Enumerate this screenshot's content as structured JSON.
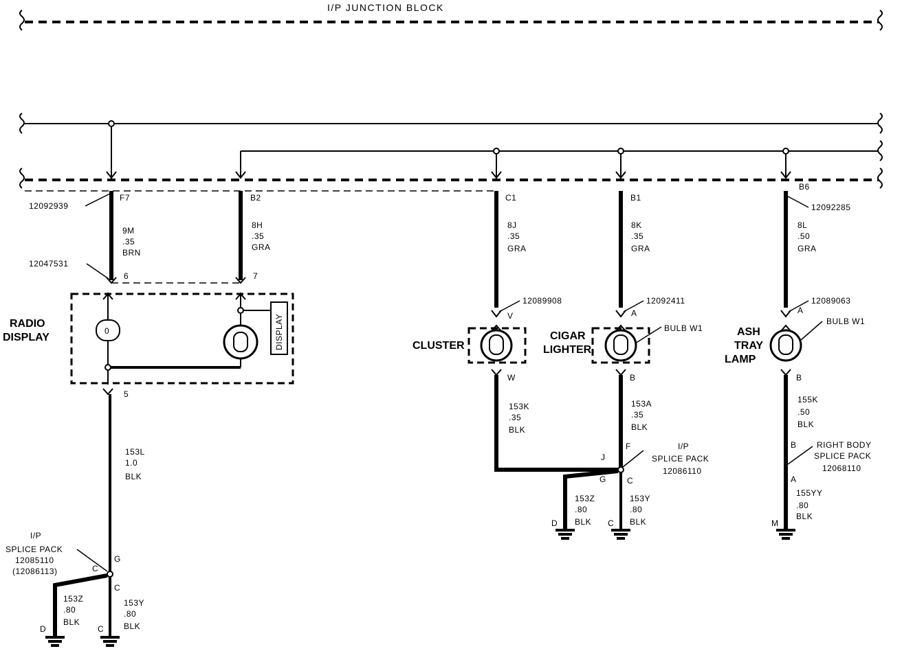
{
  "title": "I/P JUNCTION BLOCK",
  "components": {
    "radio_display": {
      "name_line1": "RADIO",
      "name_line2": "DISPLAY",
      "display_tag": "DISPLAY",
      "ground_pin": "5",
      "lamp_symbol": "0"
    },
    "cluster": {
      "name": "CLUSTER",
      "pin_in": "V",
      "pin_out": "W",
      "connector": "12089908"
    },
    "cigar_lighter": {
      "name_line1": "CIGAR",
      "name_line2": "LIGHTER",
      "pin_in": "A",
      "pin_out": "B",
      "connector": "12092411",
      "bulb": "BULB W1"
    },
    "ash_tray_lamp": {
      "name_line1": "ASH",
      "name_line2": "TRAY",
      "name_line3": "LAMP",
      "pin_in": "A",
      "pin_out": "B",
      "connector": "12089063",
      "bulb": "BULB W1"
    }
  },
  "junction_pins": {
    "f7": "F7",
    "b2": "B2",
    "c1": "C1",
    "b1": "B1",
    "b6": "B6",
    "f7_connector": "12092939",
    "b6_connector": "12092285",
    "radio_connector": "12047531",
    "radio_pin_6": "6",
    "radio_pin_7": "7"
  },
  "wires": {
    "w9m": {
      "id": "9M",
      "gauge": ".35",
      "color": "BRN"
    },
    "w8h": {
      "id": "8H",
      "gauge": ".35",
      "color": "GRA"
    },
    "w8j": {
      "id": "8J",
      "gauge": ".35",
      "color": "GRA"
    },
    "w8k": {
      "id": "8K",
      "gauge": ".35",
      "color": "GRA"
    },
    "w8l": {
      "id": "8L",
      "gauge": ".50",
      "color": "GRA"
    },
    "w153l": {
      "id": "153L",
      "gauge": "1.0",
      "color": "BLK"
    },
    "w153k": {
      "id": "153K",
      "gauge": ".35",
      "color": "BLK"
    },
    "w153a": {
      "id": "153A",
      "gauge": ".35",
      "color": "BLK"
    },
    "w155k": {
      "id": "155K",
      "gauge": ".50",
      "color": "BLK"
    },
    "w153z_left": {
      "id": "153Z",
      "gauge": ".80",
      "color": "BLK"
    },
    "w153y_left": {
      "id": "153Y",
      "gauge": ".80",
      "color": "BLK"
    },
    "w153z_mid": {
      "id": "153Z",
      "gauge": ".80",
      "color": "BLK"
    },
    "w153y_mid": {
      "id": "153Y",
      "gauge": ".80",
      "color": "BLK"
    },
    "w155yy": {
      "id": "155YY",
      "gauge": ".80",
      "color": "BLK"
    }
  },
  "splices": {
    "left": {
      "line1": "I/P",
      "line2": "SPLICE PACK",
      "line3": "12085110",
      "line4": "(12086113)",
      "pin_g": "G",
      "pin_c_in": "C",
      "pin_c_out": "C",
      "gnd_d": "D",
      "gnd_c": "C"
    },
    "mid": {
      "line1": "I/P",
      "line2": "SPLICE PACK",
      "line3": "12086110",
      "pin_j": "J",
      "pin_f": "F",
      "pin_g": "G",
      "pin_c": "C",
      "gnd_d": "D",
      "gnd_c": "C"
    },
    "right": {
      "line1": "RIGHT BODY",
      "line2": "SPLICE PACK",
      "line3": "12068110",
      "pin_b": "B",
      "pin_a": "A",
      "gnd_m": "M"
    }
  }
}
